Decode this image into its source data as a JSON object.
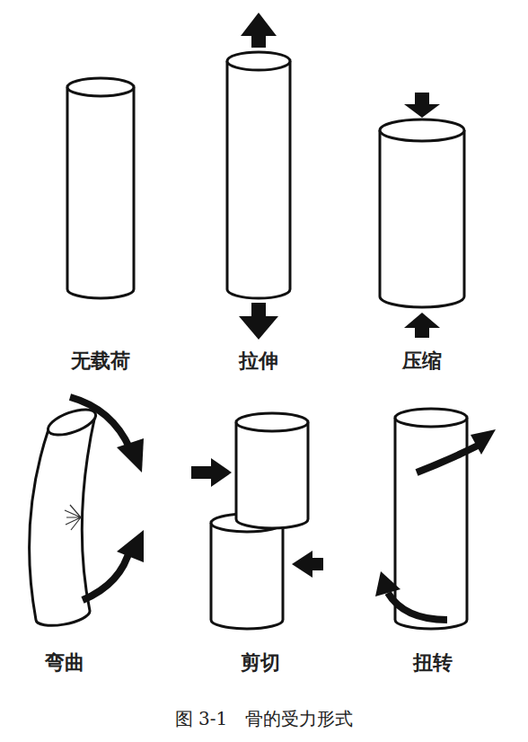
{
  "diagram": {
    "caption": "图 3-1　骨的受力形式",
    "labels": [
      "无载荷",
      "拉伸",
      "压缩",
      "弯曲",
      "剪切",
      "扭转"
    ]
  }
}
